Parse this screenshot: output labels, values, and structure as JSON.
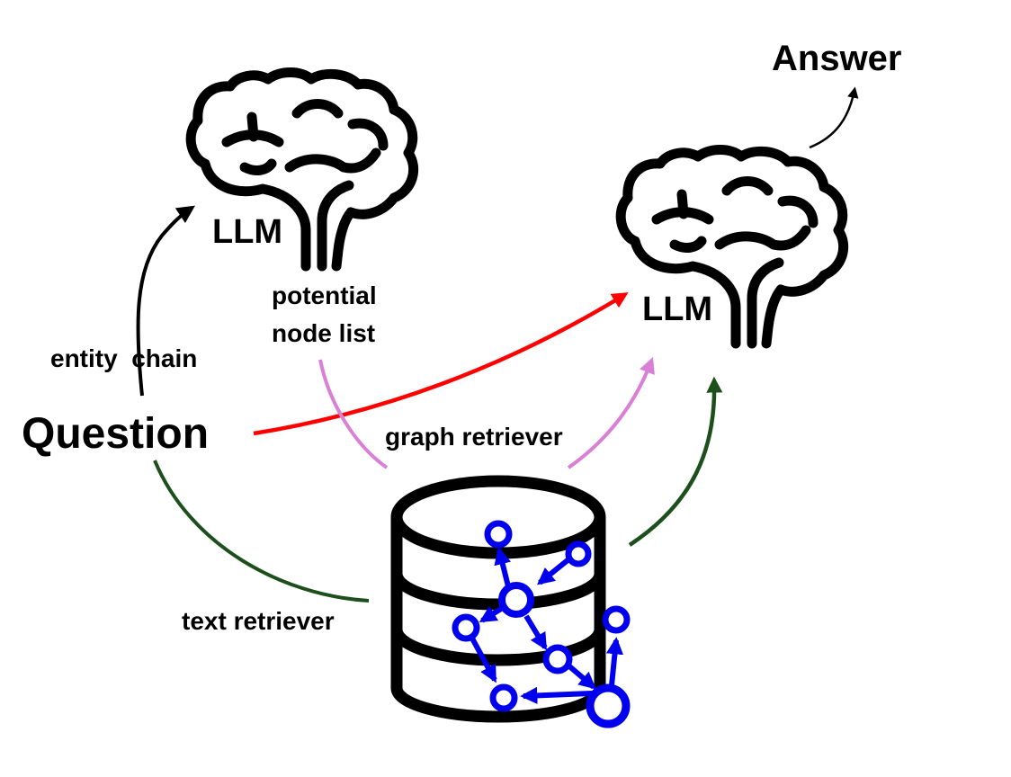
{
  "labels": {
    "answer": "Answer",
    "question": "Question",
    "llm_left": "LLM",
    "llm_right": "LLM",
    "entity_chain": "entity  chain",
    "potential_line1": "potential",
    "potential_line2": "node list",
    "graph_retriever": "graph retriever",
    "text_retriever": "text retriever"
  },
  "colors": {
    "question_to_llm": "#ff0000",
    "graph_path": "#d97fd6",
    "text_path": "#1c4f1c",
    "graph_nodes": "#0000ee",
    "ink": "#000000"
  },
  "icons": {
    "brain_left": "brain-icon",
    "brain_right": "brain-icon",
    "database": "database-icon",
    "graph": "knowledge-graph-icon"
  }
}
